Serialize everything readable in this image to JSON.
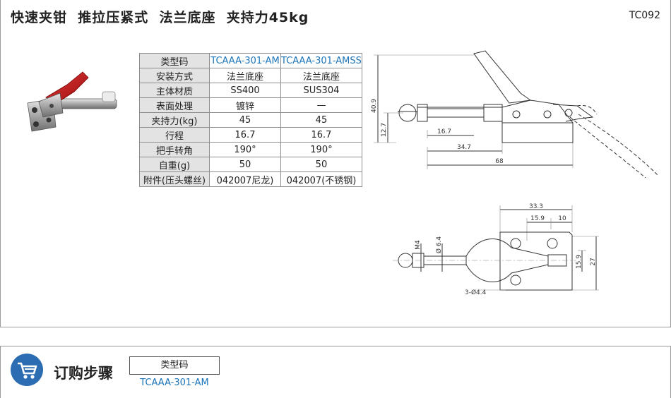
{
  "header": {
    "title": "快速夹钳  推拉压紧式  法兰底座  夹持力45kg",
    "code": "TC092"
  },
  "spec_table": {
    "header_label": "类型码",
    "models": [
      "TCAAA-301-AM",
      "TCAAA-301-AMSS"
    ],
    "rows": [
      {
        "label": "安装方式",
        "values": [
          "法兰底座",
          "法兰底座"
        ]
      },
      {
        "label": "主体材质",
        "values": [
          "SS400",
          "SUS304"
        ]
      },
      {
        "label": "表面处理",
        "values": [
          "镀锌",
          "—"
        ]
      },
      {
        "label": "夹持力(kg)",
        "values": [
          "45",
          "45"
        ]
      },
      {
        "label": "行程",
        "values": [
          "16.7",
          "16.7"
        ]
      },
      {
        "label": "把手转角",
        "values": [
          "190°",
          "190°"
        ]
      },
      {
        "label": "自重(g)",
        "values": [
          "50",
          "50"
        ]
      },
      {
        "label": "附件(压头螺丝)",
        "values": [
          "042007尼龙)",
          "042007(不锈钢)"
        ]
      }
    ]
  },
  "side_view": {
    "dims": {
      "height_total": "40.9",
      "height_axis": "12.7",
      "stroke": "16.7",
      "mid": "34.7",
      "length": "68"
    }
  },
  "top_view": {
    "dims": {
      "width_total": "33.3",
      "hole_pitch": "15.9",
      "edge": "10",
      "thread": "M4",
      "rod_dia": "Ø 6.4",
      "hole_spacing": "15.9",
      "base_height": "27",
      "holes": "3-Ø4.4"
    }
  },
  "order": {
    "title": "订购步骤",
    "box_label": "类型码",
    "model": "TCAAA-301-AM"
  },
  "colors": {
    "accent_blue": "#1b74b8",
    "handle_red": "#c8102e",
    "badge_blue": "#2b6cb3"
  }
}
